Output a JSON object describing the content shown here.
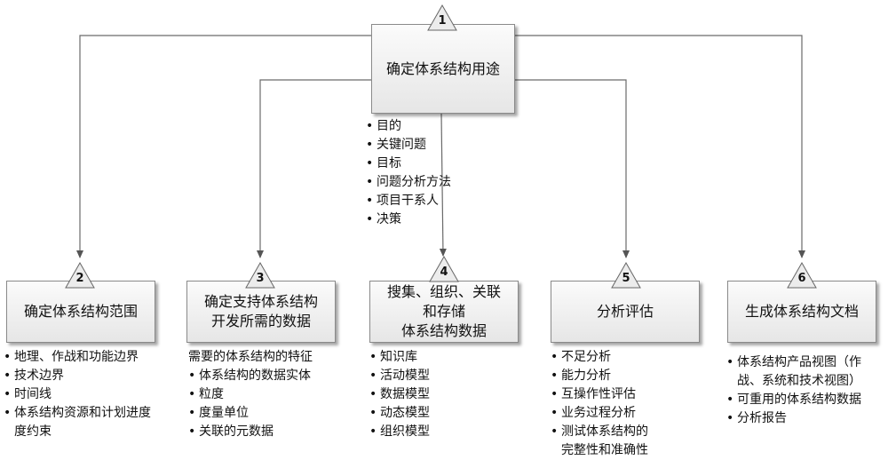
{
  "steps": [
    {
      "num": "1",
      "title": [
        "确定体系结构用途"
      ],
      "bullets": [
        "目的",
        "关键问题",
        "目标",
        "问题分析方法",
        "项目干系人",
        "决策"
      ]
    },
    {
      "num": "2",
      "title": [
        "确定体系结构范围"
      ],
      "bullets": [
        "地理、作战和功能边界",
        "技术边界",
        "时间线",
        "体系结构资源和计划进度",
        "度约束"
      ]
    },
    {
      "num": "3",
      "title": [
        "确定支持体系结构",
        "开发所需的数据"
      ],
      "intro": "需要的体系结构的特征",
      "bullets": [
        "体系结构的数据实体",
        "粒度",
        "度量单位",
        "关联的元数据"
      ]
    },
    {
      "num": "4",
      "title": [
        "搜集、组织、关联",
        "和存储",
        "体系结构数据"
      ],
      "bullets": [
        "知识库",
        "活动模型",
        "数据模型",
        "动态模型",
        "组织模型"
      ]
    },
    {
      "num": "5",
      "title": [
        "分析评估"
      ],
      "bullets": [
        "不足分析",
        "能力分析",
        "互操作性评估",
        "业务过程分析",
        "测试体系结构的",
        "完整性和准确性"
      ]
    },
    {
      "num": "6",
      "title": [
        "生成体系结构文档"
      ],
      "bullets": [
        "体系结构产品视图（作",
        "战、系统和技术视图）",
        "可重用的体系结构数据",
        "分析报告"
      ]
    }
  ]
}
